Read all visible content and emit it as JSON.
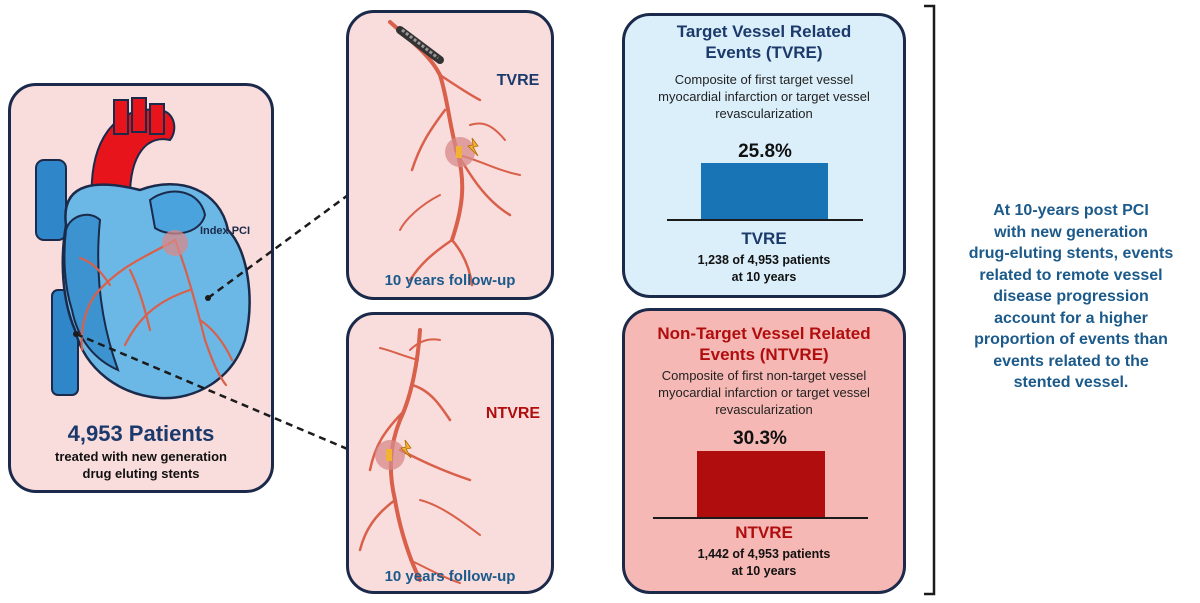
{
  "patients_panel": {
    "index_label": "Index PCI",
    "count_title": "4,953 Patients",
    "subtitle_line1": "treated with new generation",
    "subtitle_line2": "drug eluting stents"
  },
  "tvre_followup": {
    "tag": "TVRE",
    "followup": "10 years follow-up"
  },
  "ntvre_followup": {
    "tag": "NTVRE",
    "followup": "10 years follow-up"
  },
  "tvre_card": {
    "title_line1": "Target Vessel Related",
    "title_line2": "Events (TVRE)",
    "desc_line1": "Composite of first target vessel",
    "desc_line2": "myocardial infarction or target vessel",
    "desc_line3": "revascularization",
    "bar_label": "25.8%",
    "name": "TVRE",
    "count_line1": "1,238 of 4,953 patients",
    "count_line2": "at 10 years"
  },
  "ntvre_card": {
    "title_line1": "Non-Target Vessel Related",
    "title_line2": "Events (NTVRE)",
    "desc_line1": "Composite of first non-target vessel",
    "desc_line2": "myocardial infarction or target vessel",
    "desc_line3": "revascularization",
    "bar_label": "30.3%",
    "name": "NTVRE",
    "count_line1": "1,442 of 4,953 patients",
    "count_line2": "at 10 years"
  },
  "conclusion": {
    "lines": [
      "At 10-years post PCI",
      "with new generation",
      "drug-eluting stents, events",
      "related to remote vessel",
      "disease progression",
      "account for a higher",
      "proportion of events than",
      "events related to the",
      "stented vessel."
    ]
  },
  "colors": {
    "navy": "#1b3a6b",
    "tvre_blue": "#1874b4",
    "ntvre_red": "#b00e0e",
    "vessel": "#d9604a",
    "heart_blue": "#4aa3dc",
    "aorta_red": "#e8141b"
  }
}
